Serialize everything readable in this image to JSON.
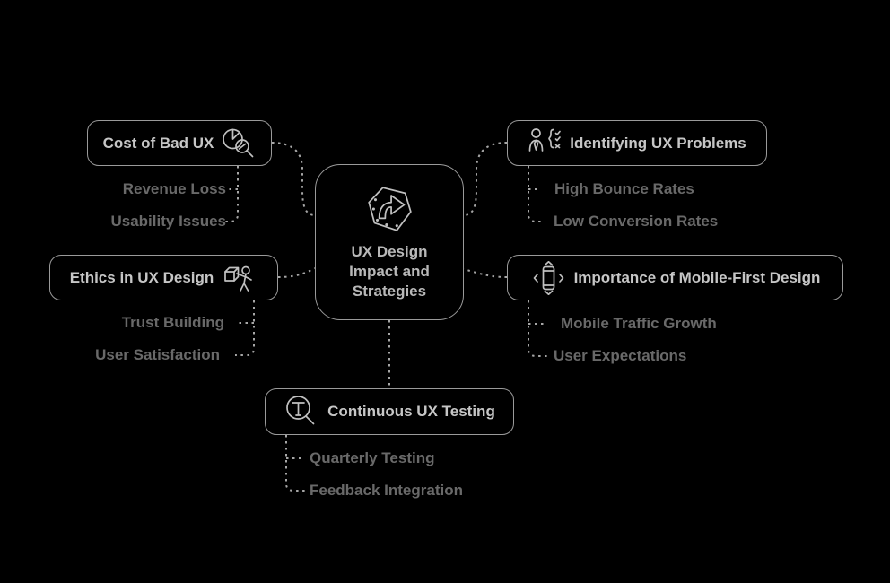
{
  "diagram_title": "UX Design Impact and Strategies",
  "colors": {
    "bg": "#000000",
    "border": "#9a9a9a",
    "connector": "#a6a6a6",
    "title": "#c6c6c6",
    "center-text": "#b8b8b8",
    "sub": "#696969",
    "icon": "#c0c0c0"
  },
  "center": {
    "icon": "impact-arrow-icon",
    "lines": [
      "UX Design",
      "Impact and",
      "Strategies"
    ]
  },
  "branches": [
    {
      "label": "Cost of Bad UX",
      "icon": "pie-chart-magnifier-icon",
      "children": [
        "Revenue Loss",
        "Usability Issues"
      ]
    },
    {
      "label": "Identifying UX Problems",
      "icon": "user-checklist-icon",
      "children": [
        "High Bounce Rates",
        "Low Conversion Rates"
      ]
    },
    {
      "label": "Ethics in UX Design",
      "icon": "person-cube-icon",
      "children": [
        "Trust Building",
        "User Satisfaction"
      ]
    },
    {
      "label": "Importance of Mobile-First Design",
      "icon": "mobile-move-icon",
      "children": [
        "Mobile Traffic Growth",
        "User Expectations"
      ]
    },
    {
      "label": "Continuous UX Testing",
      "icon": "magnifier-t-icon",
      "children": [
        "Quarterly Testing",
        "Feedback Integration"
      ]
    }
  ]
}
